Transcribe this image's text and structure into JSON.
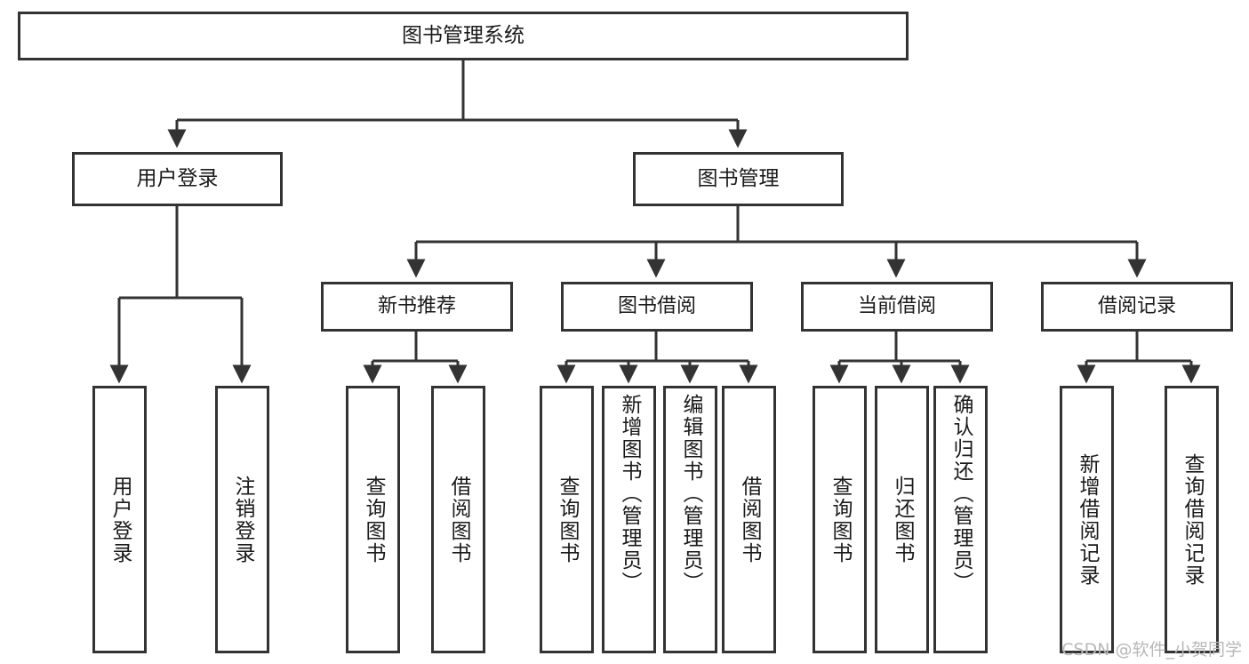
{
  "diagram": {
    "title": "图书管理系统",
    "type": "tree-hierarchy",
    "colors": {
      "stroke": "#333333",
      "fill": "#ffffff",
      "text": "#1a1a1a",
      "watermark": "#b8b8b8"
    },
    "root": {
      "label": "图书管理系统"
    },
    "level1": [
      {
        "label": "用户登录"
      },
      {
        "label": "图书管理"
      }
    ],
    "level2": [
      {
        "label": "新书推荐"
      },
      {
        "label": "图书借阅"
      },
      {
        "label": "当前借阅"
      },
      {
        "label": "借阅记录"
      }
    ],
    "leaves": {
      "user_login": [
        {
          "label": "用户登录"
        },
        {
          "label": "注销登录"
        }
      ],
      "new_book": [
        {
          "label": "查询图书"
        },
        {
          "label": "借阅图书"
        }
      ],
      "borrow_book": [
        {
          "label": "查询图书"
        },
        {
          "label": "新增图书（管理员）"
        },
        {
          "label": "编辑图书（管理员）"
        },
        {
          "label": "借阅图书"
        }
      ],
      "current_borrow": [
        {
          "label": "查询图书"
        },
        {
          "label": "归还图书"
        },
        {
          "label": "确认归还（管理员）"
        }
      ],
      "borrow_record": [
        {
          "label": "新增借阅记录"
        },
        {
          "label": "查询借阅记录"
        }
      ]
    },
    "watermark": "CSDN @软件_小贺同学"
  }
}
